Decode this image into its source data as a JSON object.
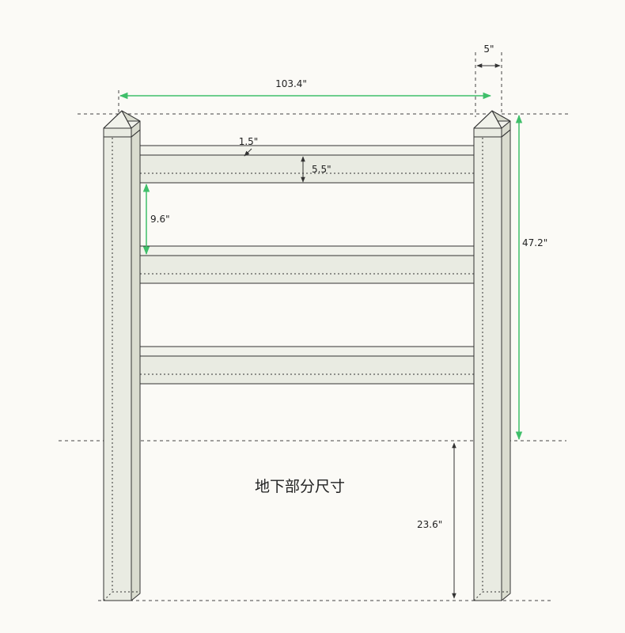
{
  "dimensions": {
    "overall_width": "103.4\"",
    "post_width": "5\"",
    "board_thickness": "1.5\"",
    "board_height": "5.5\"",
    "board_gap": "9.6\"",
    "above_ground_height": "47.2\"",
    "below_ground_depth": "23.6\""
  },
  "labels": {
    "underground_section": "地下部分尺寸"
  },
  "colors": {
    "wood_face": "#e9ebe2",
    "wood_side": "#dadccf",
    "wood_top": "#f1f2eb",
    "outline": "#333333",
    "dimension_green": "#3fbf6a",
    "dimension_dark": "#333333",
    "background": "#fbfaf6"
  }
}
